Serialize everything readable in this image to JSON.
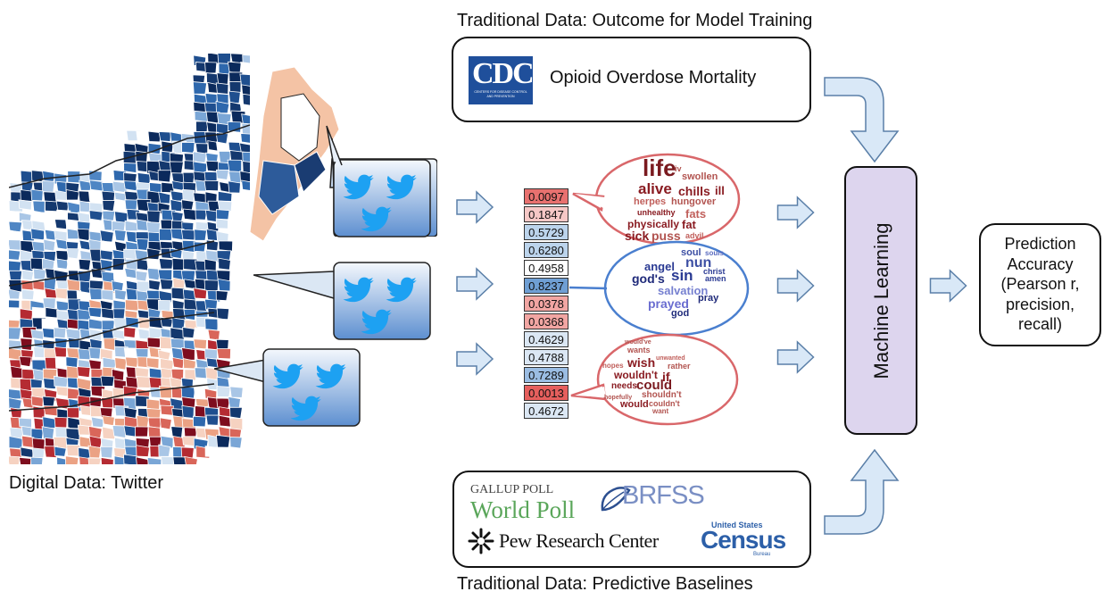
{
  "captions": {
    "top": "Traditional Data: Outcome for Model Training",
    "bottom": "Traditional Data: Predictive Baselines",
    "left": "Digital Data: Twitter"
  },
  "cdc": {
    "logo_text": "CDC",
    "logo_subtext": "CENTERS FOR DISEASE CONTROL AND PREVENTION",
    "label": "Opioid Overdose Mortality"
  },
  "ml": {
    "label": "Machine Learning"
  },
  "prediction": {
    "lines": [
      "Prediction",
      "Accuracy",
      "(Pearson r,",
      "precision,",
      "recall)"
    ]
  },
  "baselines": {
    "gallup_top": "GALLUP POLL",
    "gallup_bottom": "World Poll",
    "brfss": "BRFSS",
    "pew": "Pew Research Center",
    "census_top": "United States",
    "census_main": "Census",
    "census_sub": "Bureau"
  },
  "feature_values": [
    "0.0097",
    "0.1847",
    "0.5729",
    "0.6280",
    "0.4958",
    "0.8237",
    "0.0378",
    "0.0368",
    "0.4629",
    "0.4788",
    "0.7289",
    "0.0013",
    "0.4672"
  ],
  "feature_colors": [
    "#e8716f",
    "#f6c8c6",
    "#bcd4ec",
    "#bcd4ec",
    "#ffffff",
    "#6f9fd4",
    "#f2a6a3",
    "#f2a6a3",
    "#dbe7f4",
    "#dbe7f4",
    "#9bbde3",
    "#e65f5d",
    "#dbe7f4"
  ],
  "wordclouds": {
    "top": [
      "life",
      "iv",
      "swollen",
      "alive",
      "chills",
      "ill",
      "herpes",
      "hungover",
      "unhealthy",
      "fats",
      "physically",
      "fat",
      "sick",
      "puss",
      "advil"
    ],
    "middle": [
      "soul",
      "souls",
      "angel",
      "nun",
      "god's",
      "sin",
      "christ",
      "amen",
      "salvation",
      "prayed",
      "pray",
      "god"
    ],
    "bottom": [
      "would've",
      "wants",
      "unwanted",
      "hopes",
      "wish",
      "rather",
      "wouldn't",
      "if",
      "needs",
      "could",
      "hopefully",
      "shouldn't",
      "would",
      "couldn't",
      "want"
    ]
  },
  "colors": {
    "arrow_fill": "#d9e8f7",
    "arrow_stroke": "#5a7fa8",
    "ml_fill": "#ddd5ee",
    "red_outline": "#d9676a",
    "blue_outline": "#4a7fcf",
    "twitter_blue": "#1da1f2"
  }
}
